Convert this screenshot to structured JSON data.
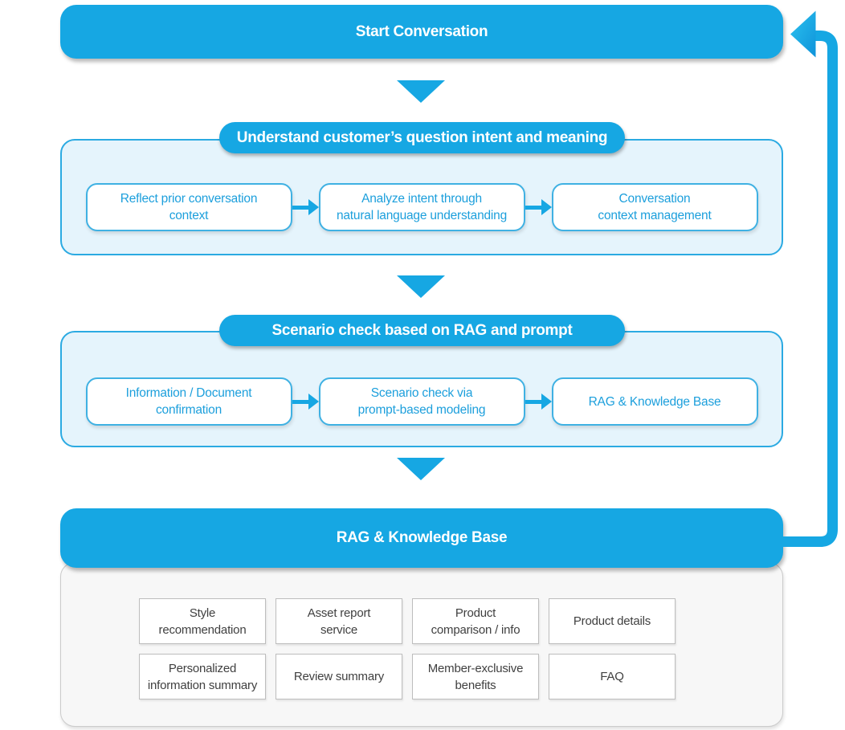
{
  "palette": {
    "primary_blue": "#16A7E3",
    "section_fill": "#E5F4FC",
    "section_border": "#2BAAE2",
    "step_text_blue": "#1C9FDC",
    "kb_fill": "#F7F7F7",
    "kb_border": "#CBCBCB",
    "kb_box_border": "#BDBDBD",
    "kb_text": "#404040"
  },
  "start_node": {
    "label": "Start Conversation"
  },
  "sections": [
    {
      "title": "Understand customer’s question intent and meaning",
      "steps": [
        "Reflect prior conversation\ncontext",
        "Analyze intent through\nnatural language understanding",
        "Conversation\ncontext management"
      ]
    },
    {
      "title": "Scenario check based on RAG and prompt",
      "steps": [
        "Information / Document\nconfirmation",
        "Scenario check via\nprompt-based modeling",
        "RAG & Knowledge Base"
      ]
    }
  ],
  "knowledge_base": {
    "title": "RAG & Knowledge Base",
    "items": [
      "Style\nrecommendation",
      "Asset report\nservice",
      "Product\ncomparison / info",
      "Product details",
      "Personalized\ninformation summary",
      "Review summary",
      "Member-exclusive\nbenefits",
      "FAQ"
    ]
  }
}
